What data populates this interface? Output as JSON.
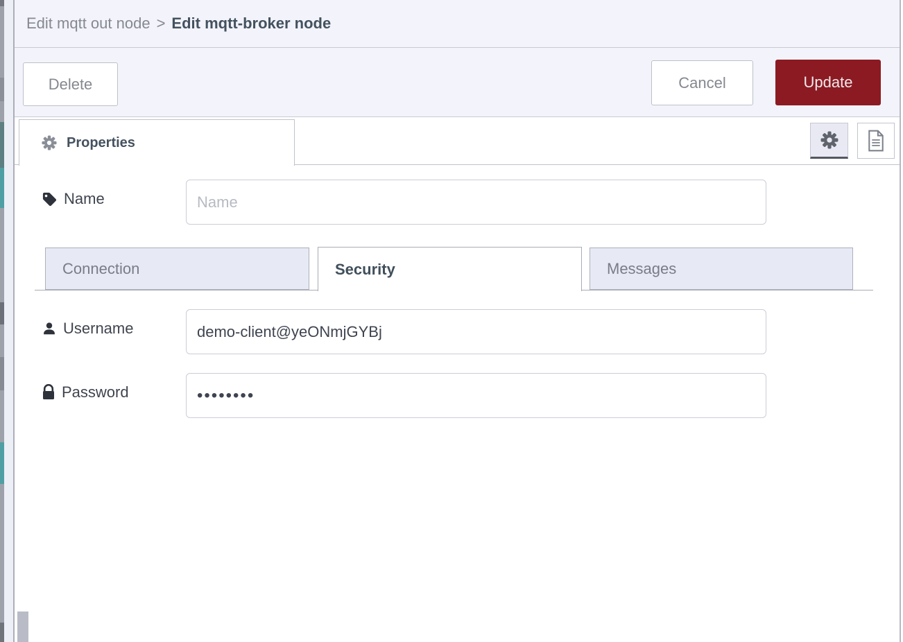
{
  "breadcrumb": {
    "parent": "Edit mqtt out node",
    "separator": ">",
    "current": "Edit mqtt-broker node"
  },
  "toolbar": {
    "delete": "Delete",
    "cancel": "Cancel",
    "update": "Update"
  },
  "editor_tabs": {
    "properties": "Properties"
  },
  "form": {
    "name": {
      "label": "Name",
      "placeholder": "Name",
      "value": ""
    },
    "tabs": [
      {
        "label": "Connection",
        "active": false
      },
      {
        "label": "Security",
        "active": true
      },
      {
        "label": "Messages",
        "active": false
      }
    ],
    "username": {
      "label": "Username",
      "value": "demo-client@yeONmjGYBj"
    },
    "password": {
      "label": "Password",
      "value": "••••••••"
    }
  },
  "colors": {
    "update_button_bg": "#8C1A23",
    "tray_header_bg": "#F3F4FB",
    "inactive_tab_bg": "#E7E9F5",
    "active_text": "#44525F",
    "muted_text": "#85898F",
    "palette_teal_fragment": "#4FA0A4"
  }
}
